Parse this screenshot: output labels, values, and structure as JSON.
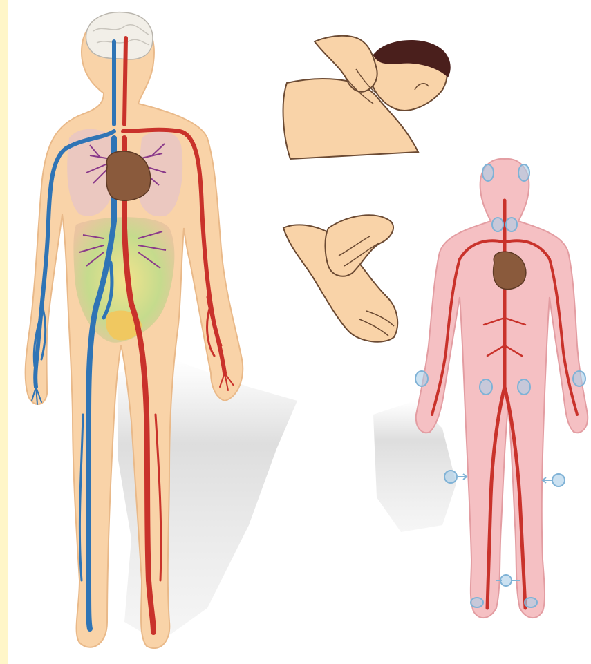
{
  "illustration": {
    "panels": [
      {
        "id": "circulatory-system",
        "icon": "circulatory-system-figure"
      },
      {
        "id": "carotid-pulse-check",
        "icon": "neck-pulse-check"
      },
      {
        "id": "radial-pulse-check",
        "icon": "wrist-pulse-check"
      },
      {
        "id": "pulse-points",
        "icon": "pulse-points-figure"
      }
    ],
    "colors": {
      "background": "#fffde0",
      "frame": "#fff6c8",
      "skin": "#f9d3a8",
      "skin_outline": "#e9b989",
      "pink_body": "#f5c0c3",
      "artery": "#c9322b",
      "vein": "#2f74b5",
      "heart": "#8a5a3c",
      "pulse_marker": "#a9cde8"
    }
  }
}
